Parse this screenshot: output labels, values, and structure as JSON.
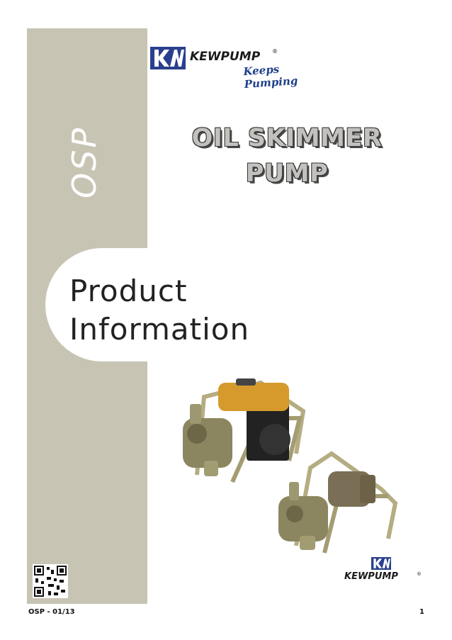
{
  "side_band": {
    "product_code": "OSP"
  },
  "brand": {
    "name": "KEWPUMP",
    "registered": "®",
    "tagline": "Keeps Pumping"
  },
  "title": {
    "line1": "OIL SKIMMER",
    "line2": "PUMP"
  },
  "heading": {
    "line1": "Product",
    "line2": "Information"
  },
  "footer_brand": {
    "name": "KEWPUMP",
    "registered": "®"
  },
  "footer": {
    "doc_code": "OSP - 01/13",
    "page_number": "1"
  },
  "colors": {
    "band": "#c8c4b4",
    "brand_blue": "#2a3f8e",
    "pump_body": "#8c8660",
    "engine_tank": "#d69a2c"
  },
  "icons": {
    "logo": "kewpump-logo-icon",
    "qr": "qr-code-icon"
  }
}
